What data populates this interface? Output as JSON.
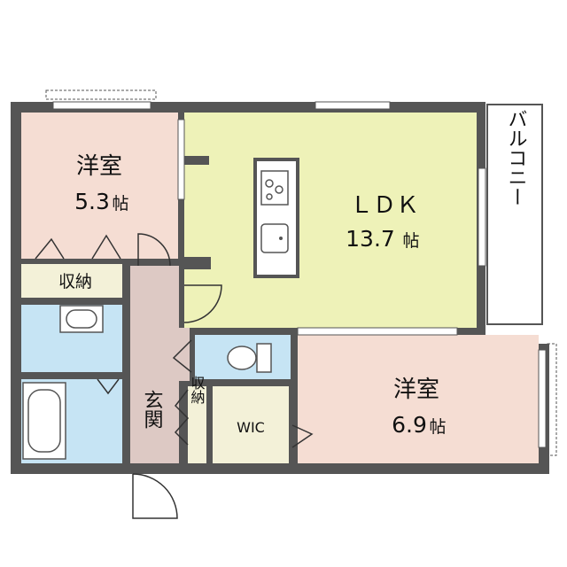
{
  "colors": {
    "wall": "#555555",
    "bedroom": "#f5ddd3",
    "ldk": "#eef2b8",
    "wet": "#c6e4f4",
    "storage": "#f3f1d8",
    "hall": "#ddc9c4",
    "balcony": "#ffffff",
    "door_line": "#333333"
  },
  "rooms": {
    "bedroom1": {
      "name": "洋室",
      "size": "5.3",
      "unit": "帖"
    },
    "ldk": {
      "name": "ＬＤＫ",
      "size": "13.7",
      "unit": "帖"
    },
    "bedroom2": {
      "name": "洋室",
      "size": "6.9",
      "unit": "帖"
    },
    "storage1": {
      "name": "収納"
    },
    "storage2": {
      "name": "収納"
    },
    "entrance": {
      "name": "玄関"
    },
    "wic": {
      "name": "WIC"
    },
    "balcony": {
      "name": "バルコニー"
    }
  },
  "icons": [
    "stove-icon",
    "sink-icon",
    "washbasin-icon",
    "toilet-icon",
    "bathtub-icon"
  ]
}
